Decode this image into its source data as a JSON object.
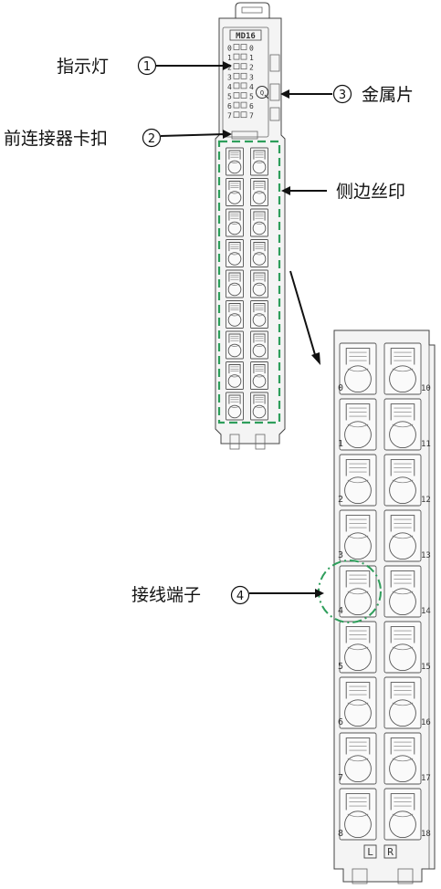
{
  "callouts": {
    "indicator": {
      "label": "指示灯",
      "number": "1"
    },
    "front_clip": {
      "label": "前连接器卡扣",
      "number": "2"
    },
    "metal_sheet": {
      "label": "金属片",
      "number": "3"
    },
    "side_print": {
      "label": "侧边丝印"
    },
    "terminal": {
      "label": "接线端子",
      "number": "4"
    }
  },
  "module": {
    "model": "MD16",
    "led_left": [
      "0",
      "1",
      "2",
      "3",
      "4",
      "5",
      "6",
      "7"
    ],
    "led_right": [
      "0",
      "1",
      "2",
      "3",
      "4",
      "5",
      "6",
      "7"
    ],
    "q_mark": "Q"
  },
  "terminal_block": {
    "left_numbers": [
      "0",
      "1",
      "2",
      "3",
      "4",
      "5",
      "6",
      "7",
      "8"
    ],
    "right_numbers": [
      "10",
      "11",
      "12",
      "13",
      "14",
      "15",
      "16",
      "17",
      "18"
    ],
    "bottom_marks": [
      "L",
      "R"
    ]
  },
  "colors": {
    "highlight": "#2e9e5b",
    "outline": "#444444",
    "body": "#f4f4f4"
  }
}
